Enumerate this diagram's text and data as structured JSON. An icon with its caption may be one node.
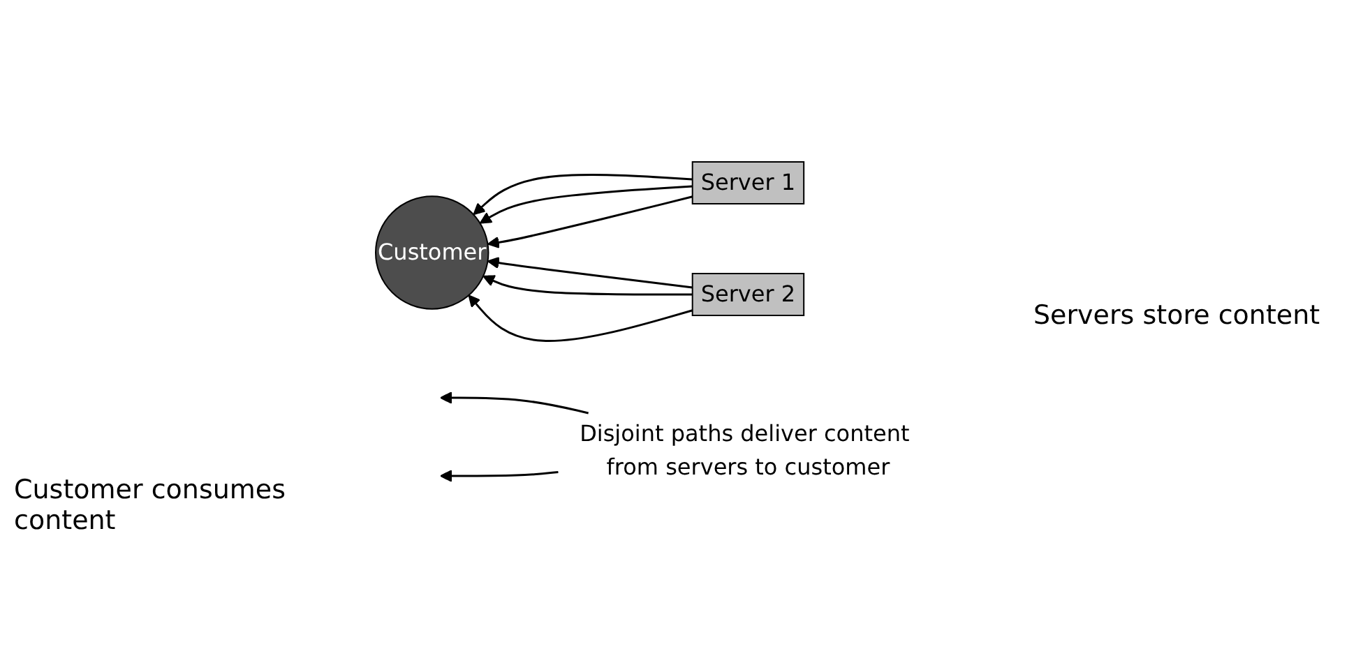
{
  "diagram": {
    "nodes": [
      {
        "text": [
          "Server 1"
        ]
      },
      {
        "text": [
          "Customer"
        ]
      },
      {
        "text": [
          "Disjoint paths deliver content from servers to customer"
        ]
      },
      {
        "text": [
          "Server 2"
        ]
      }
    ],
    "edges": [
      {
        "from": 0,
        "to": 1,
        "arrow": "to"
      },
      {
        "from": 0,
        "to": 1,
        "arrow": "to"
      },
      {
        "from": 0,
        "to": 1,
        "arrow": "to"
      },
      {
        "from": 3,
        "to": 1,
        "arrow": "to"
      },
      {
        "from": 3,
        "to": 1,
        "arrow": "to"
      },
      {
        "from": 3,
        "to": 1,
        "arrow": "to"
      },
      {
        "from": 2,
        "to": null,
        "arrow": "to"
      },
      {
        "from": 2,
        "to": null,
        "arrow": "to"
      }
    ],
    "labels": [
      "Servers store content",
      "Customer consumes content"
    ]
  }
}
